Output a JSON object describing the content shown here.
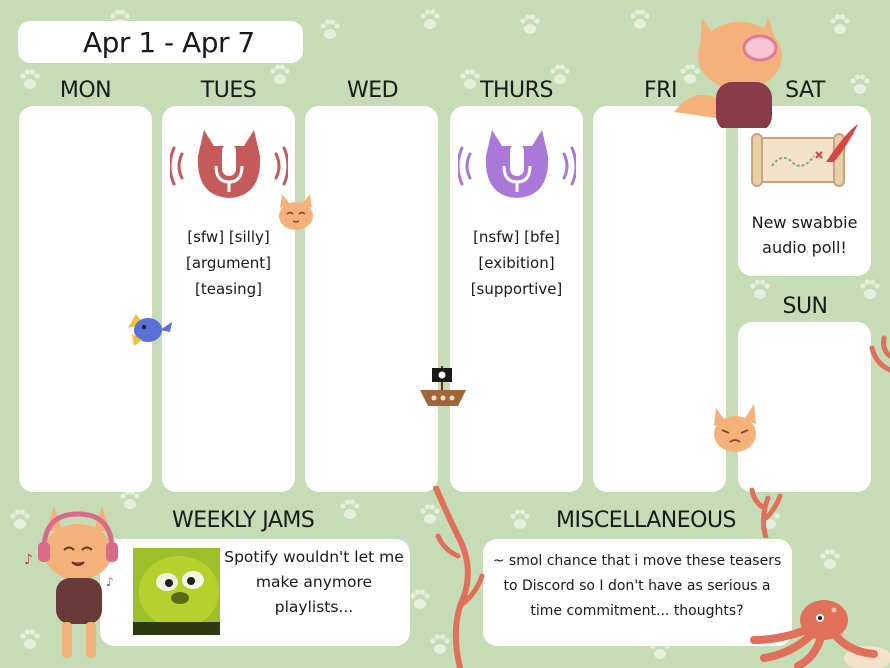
{
  "header": {
    "date_range": "Apr 1 - Apr 7"
  },
  "days": [
    {
      "label": "MON",
      "tags": []
    },
    {
      "label": "TUES",
      "icon": "cat-microphone-icon",
      "icon_color": "#c45a5a",
      "tags": [
        "[sfw] [silly]",
        "[argument]",
        "[teasing]"
      ]
    },
    {
      "label": "WED",
      "tags": []
    },
    {
      "label": "THURS",
      "icon": "cat-microphone-icon",
      "icon_color": "#a978d8",
      "tags": [
        "[nsfw] [bfe]",
        "[exibition]",
        "[supportive]"
      ]
    },
    {
      "label": "FRI",
      "tags": []
    },
    {
      "label": "SAT",
      "icon": "map-scroll-icon",
      "lines": [
        "New swabbie",
        "audio poll!"
      ]
    },
    {
      "label": "SUN",
      "tags": []
    }
  ],
  "weekly_jams": {
    "label": "WEEKLY JAMS",
    "lines": [
      "Spotify wouldn't let me",
      "make anymore",
      "playlists..."
    ]
  },
  "miscellaneous": {
    "label": "MISCELLANEOUS",
    "lines": [
      "~ smol chance that i move these teasers",
      "to Discord so I don't have as serious a",
      "time commitment... thoughts?"
    ]
  },
  "colors": {
    "background": "#c6dcb6",
    "card": "#ffffff",
    "paw": "#e6efdd",
    "accent_cat": "#f4b27a",
    "coral": "#e0705a"
  }
}
